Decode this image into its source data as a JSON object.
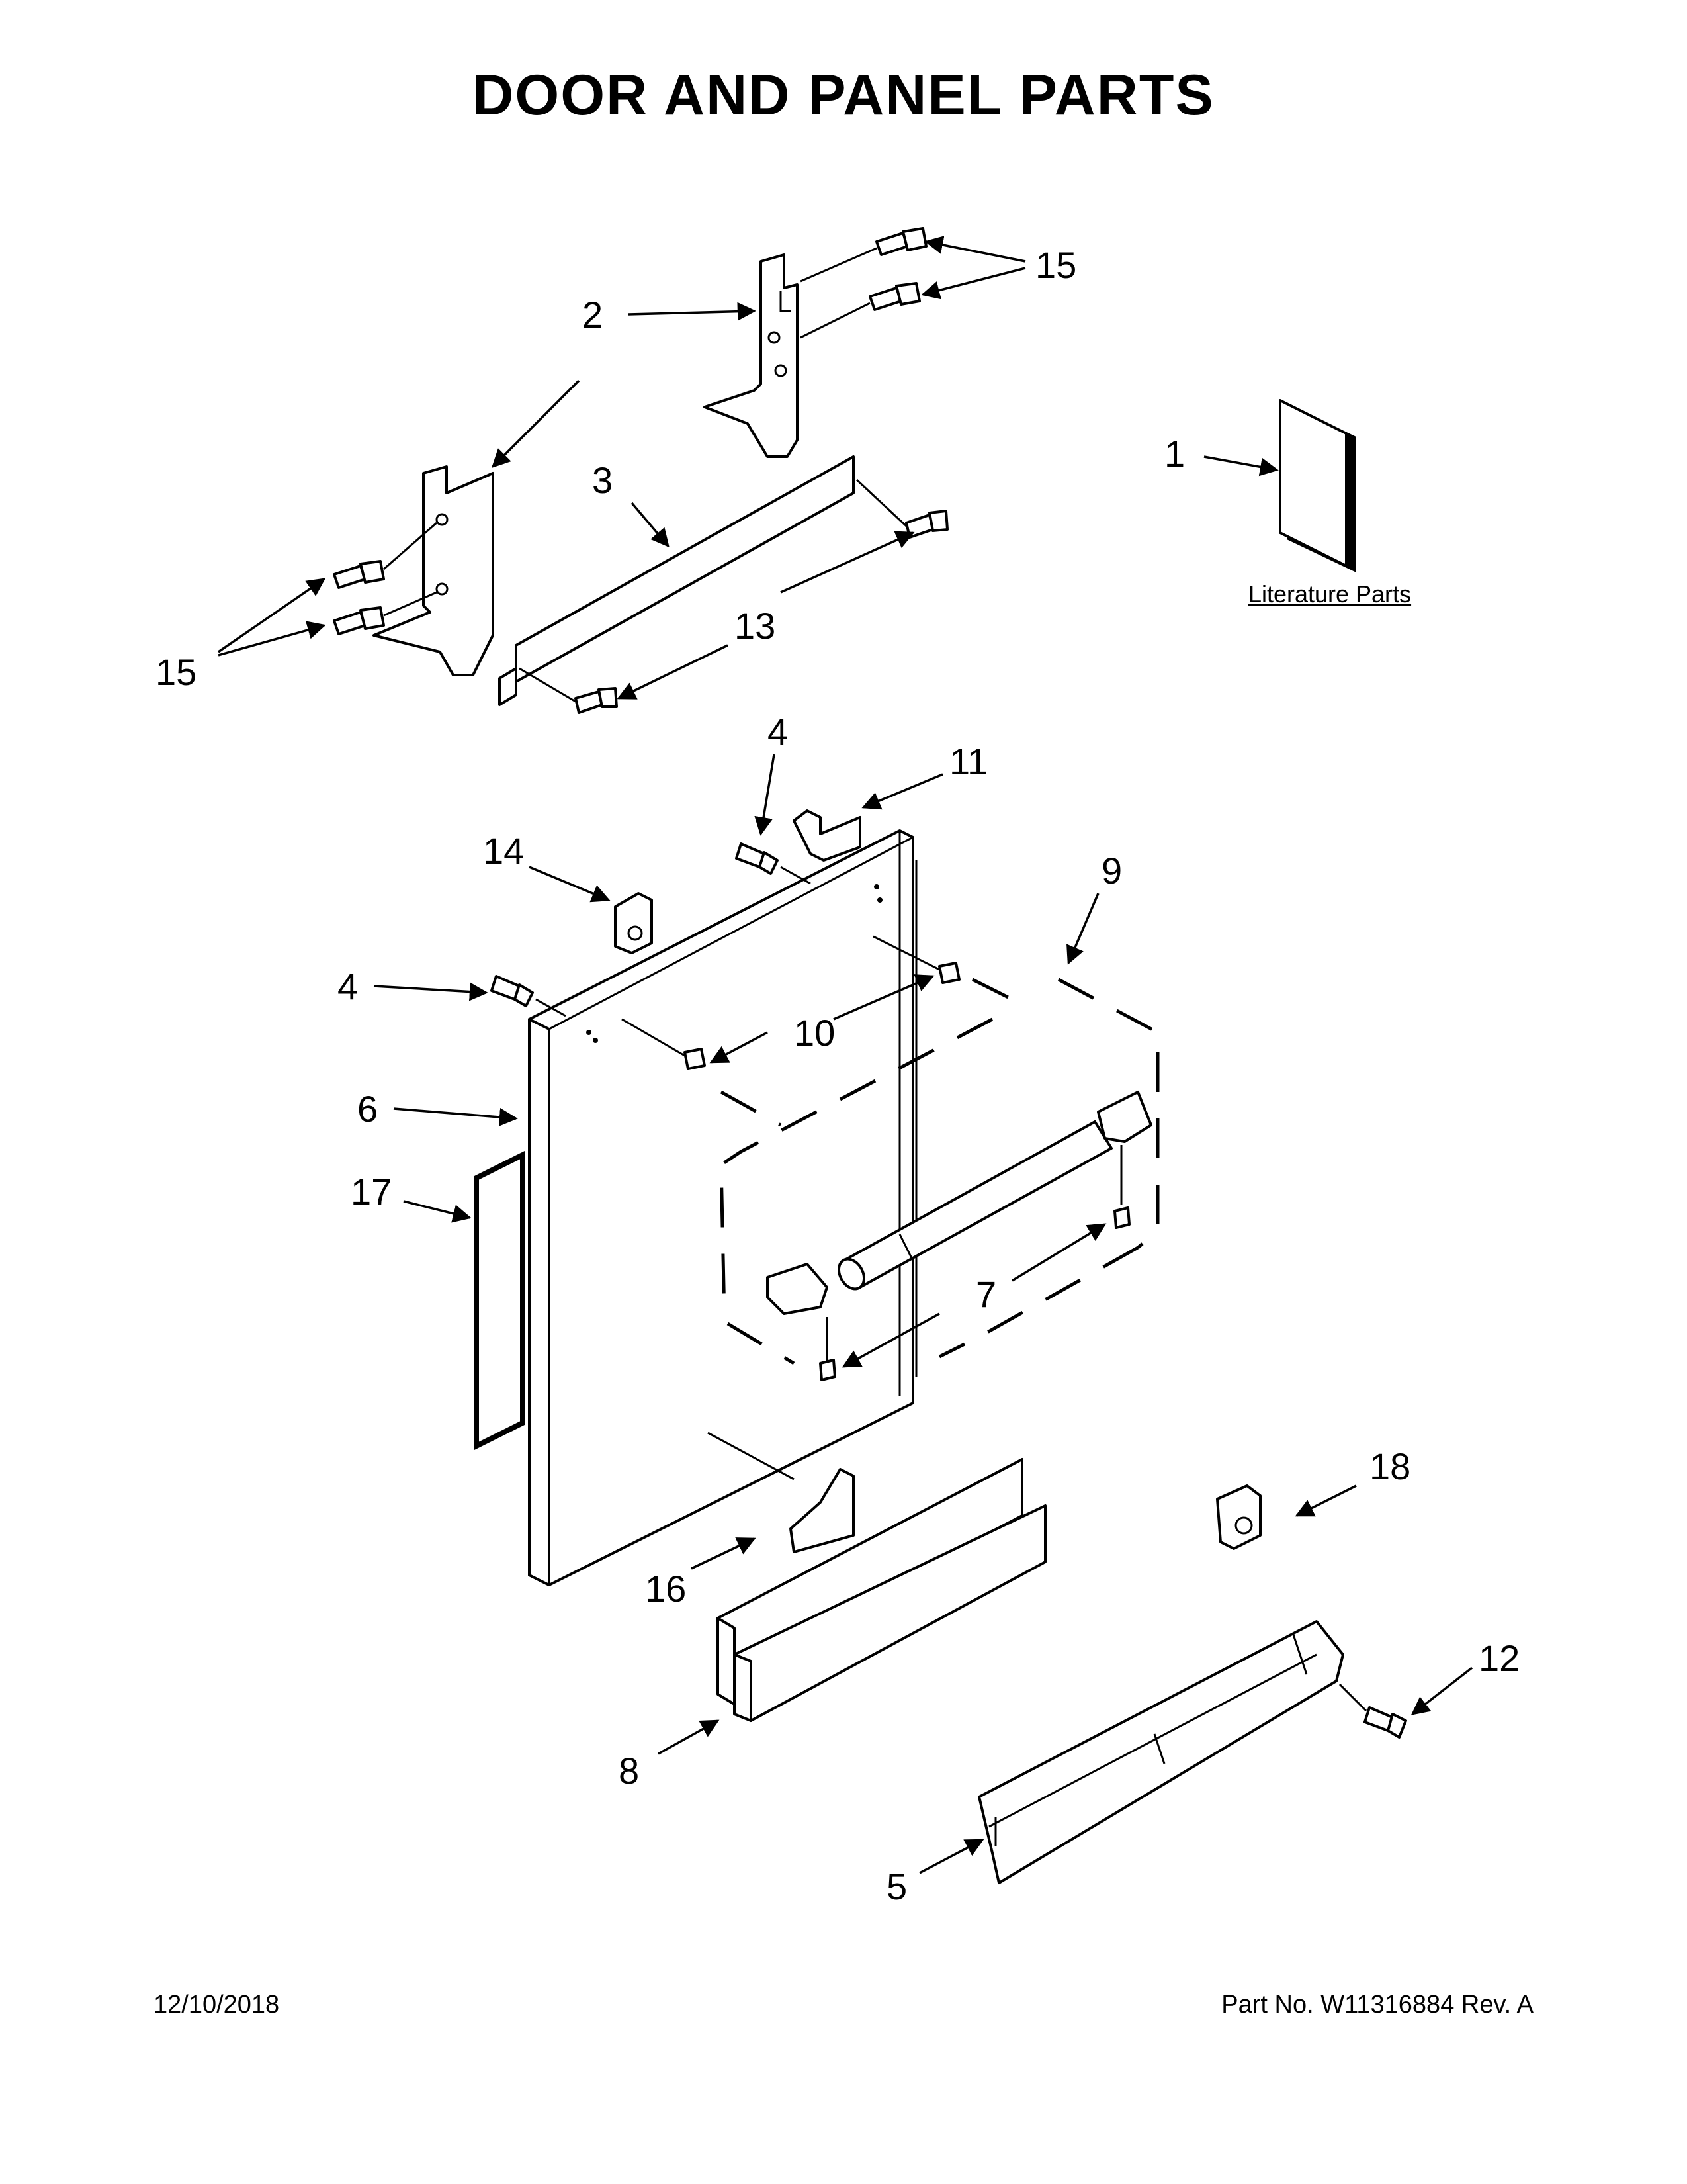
{
  "title": "DOOR AND PANEL PARTS",
  "literature_label": "Literature Parts",
  "footer": {
    "date": "12/10/2018",
    "part_number": "Part No.  W11316884  Rev.  A"
  },
  "callouts": {
    "c1": "1",
    "c2": "2",
    "c3": "3",
    "c4a": "4",
    "c4b": "4",
    "c5": "5",
    "c6": "6",
    "c7": "7",
    "c8": "8",
    "c9": "9",
    "c10": "10",
    "c11": "11",
    "c12": "12",
    "c13": "13",
    "c14": "14",
    "c15a": "15",
    "c15b": "15",
    "c16": "16",
    "c17": "17",
    "c18": "18"
  }
}
